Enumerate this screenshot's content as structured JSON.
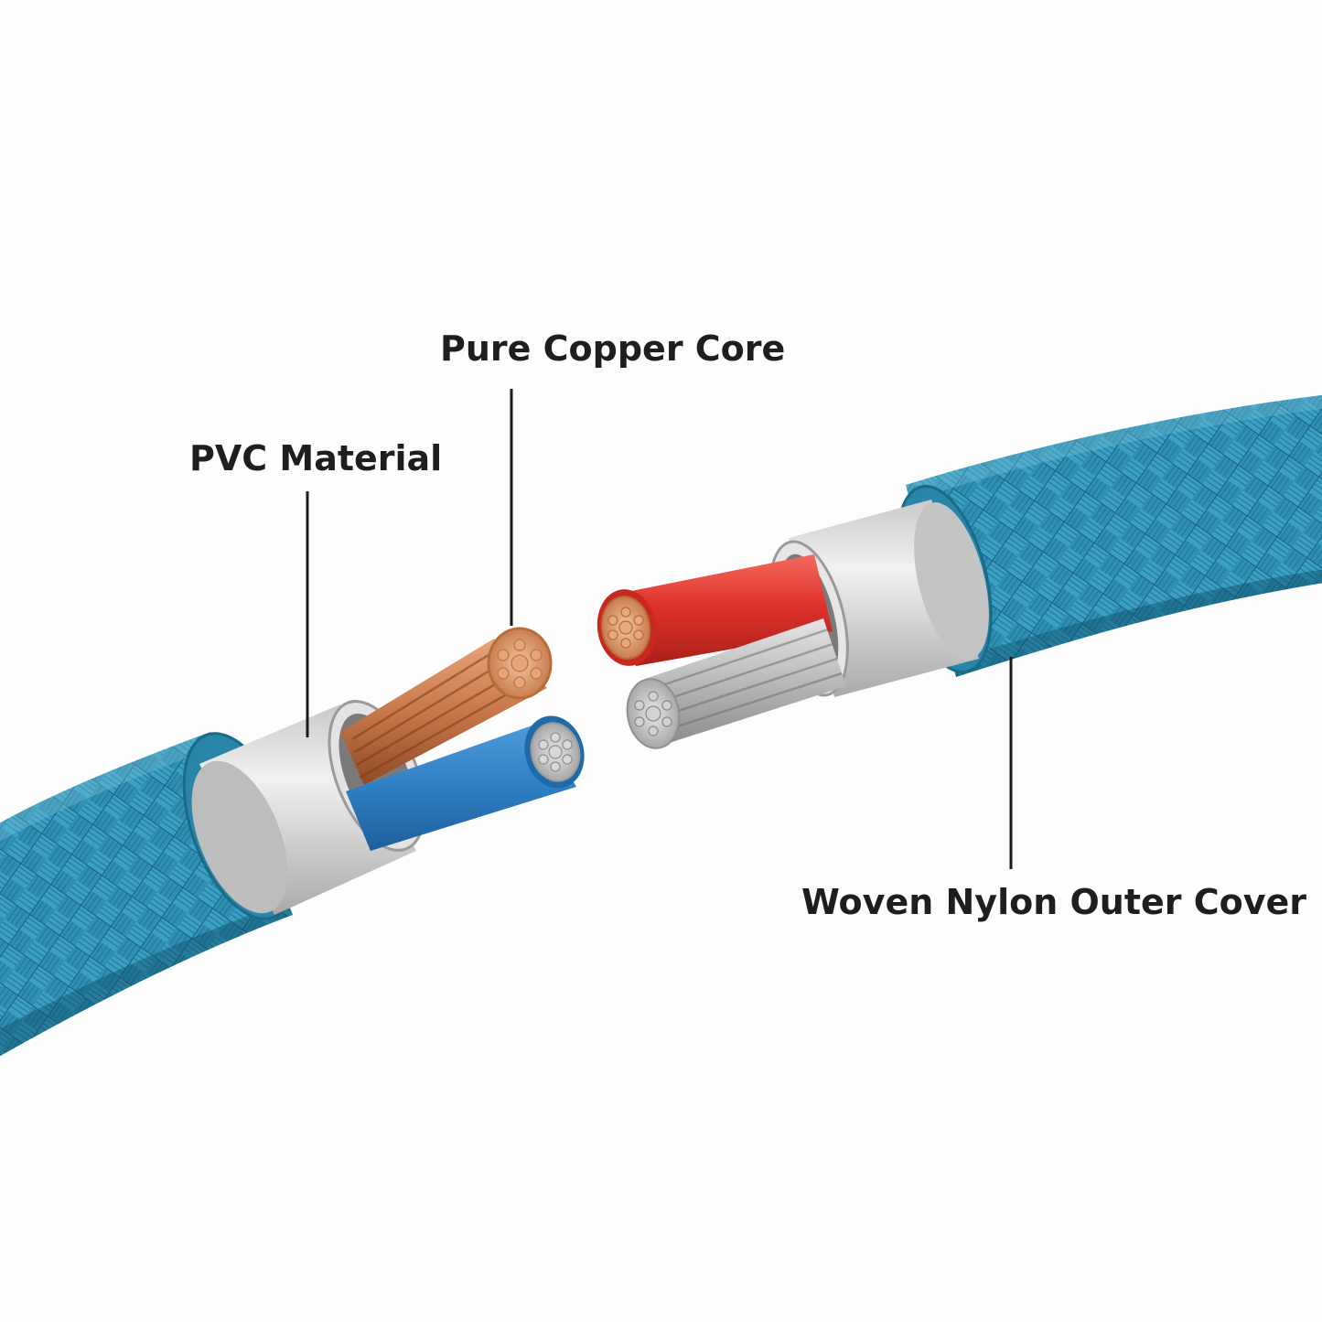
{
  "labels": {
    "pvc_material": "PVC Material",
    "pure_copper_core": "Pure Copper Core",
    "woven_nylon_outer_cover": "Woven Nylon Outer Cover"
  },
  "colors": {
    "background": "#fdfdfd",
    "braid": "#2e8fb3",
    "braid_dark": "#1c6f8f",
    "inner_sleeve": "#d6d6d6",
    "copper": "#c8784a",
    "blue_insulation": "#2f7fc4",
    "red_insulation": "#e0322c",
    "silver_strands": "#b9b9b9",
    "label_text": "#1e1e1e",
    "leader_line": "#1a1a1a"
  }
}
